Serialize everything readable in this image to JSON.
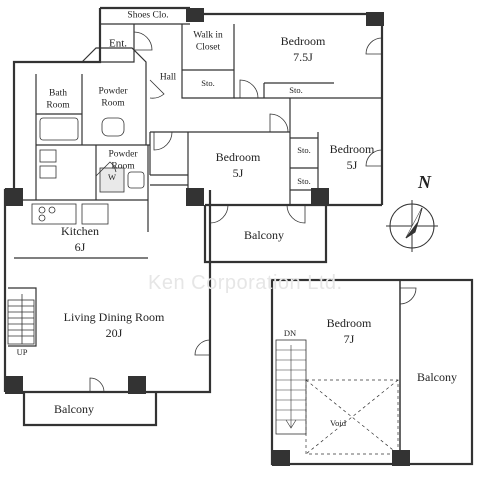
{
  "watermark": "Ken Corporation Ltd.",
  "compass": {
    "north_label": "N"
  },
  "rooms": {
    "shoes_closet": "Shoes Clo.",
    "entrance": "Ent.",
    "walk_in_closet_1": "Walk in",
    "walk_in_closet_2": "Closet",
    "storage_wic": "Sto.",
    "bedroom_main_name": "Bedroom",
    "bedroom_main_size": "7.5J",
    "storage_main": "Sto.",
    "bath_1": "Bath",
    "bath_2": "Room",
    "powder_upper_1": "Powder",
    "powder_upper_2": "Room",
    "hall": "Hall",
    "powder_lower_1": "Powder",
    "powder_lower_2": "Room",
    "powder_lower_w": "W",
    "bedroom_mid_name": "Bedroom",
    "bedroom_mid_size": "5J",
    "storage_mid_1": "Sto.",
    "storage_mid_2": "Sto.",
    "bedroom_east_name": "Bedroom",
    "bedroom_east_size": "5J",
    "kitchen_name": "Kitchen",
    "kitchen_size": "6J",
    "balcony_mid": "Balcony",
    "living_name": "Living Dining Room",
    "living_size": "20J",
    "stairs_up": "UP",
    "balcony_bottom": "Balcony",
    "upper_stairs_down": "DN",
    "upper_bedroom_name": "Bedroom",
    "upper_bedroom_size": "7J",
    "upper_balcony": "Balcony",
    "upper_void": "Void"
  }
}
